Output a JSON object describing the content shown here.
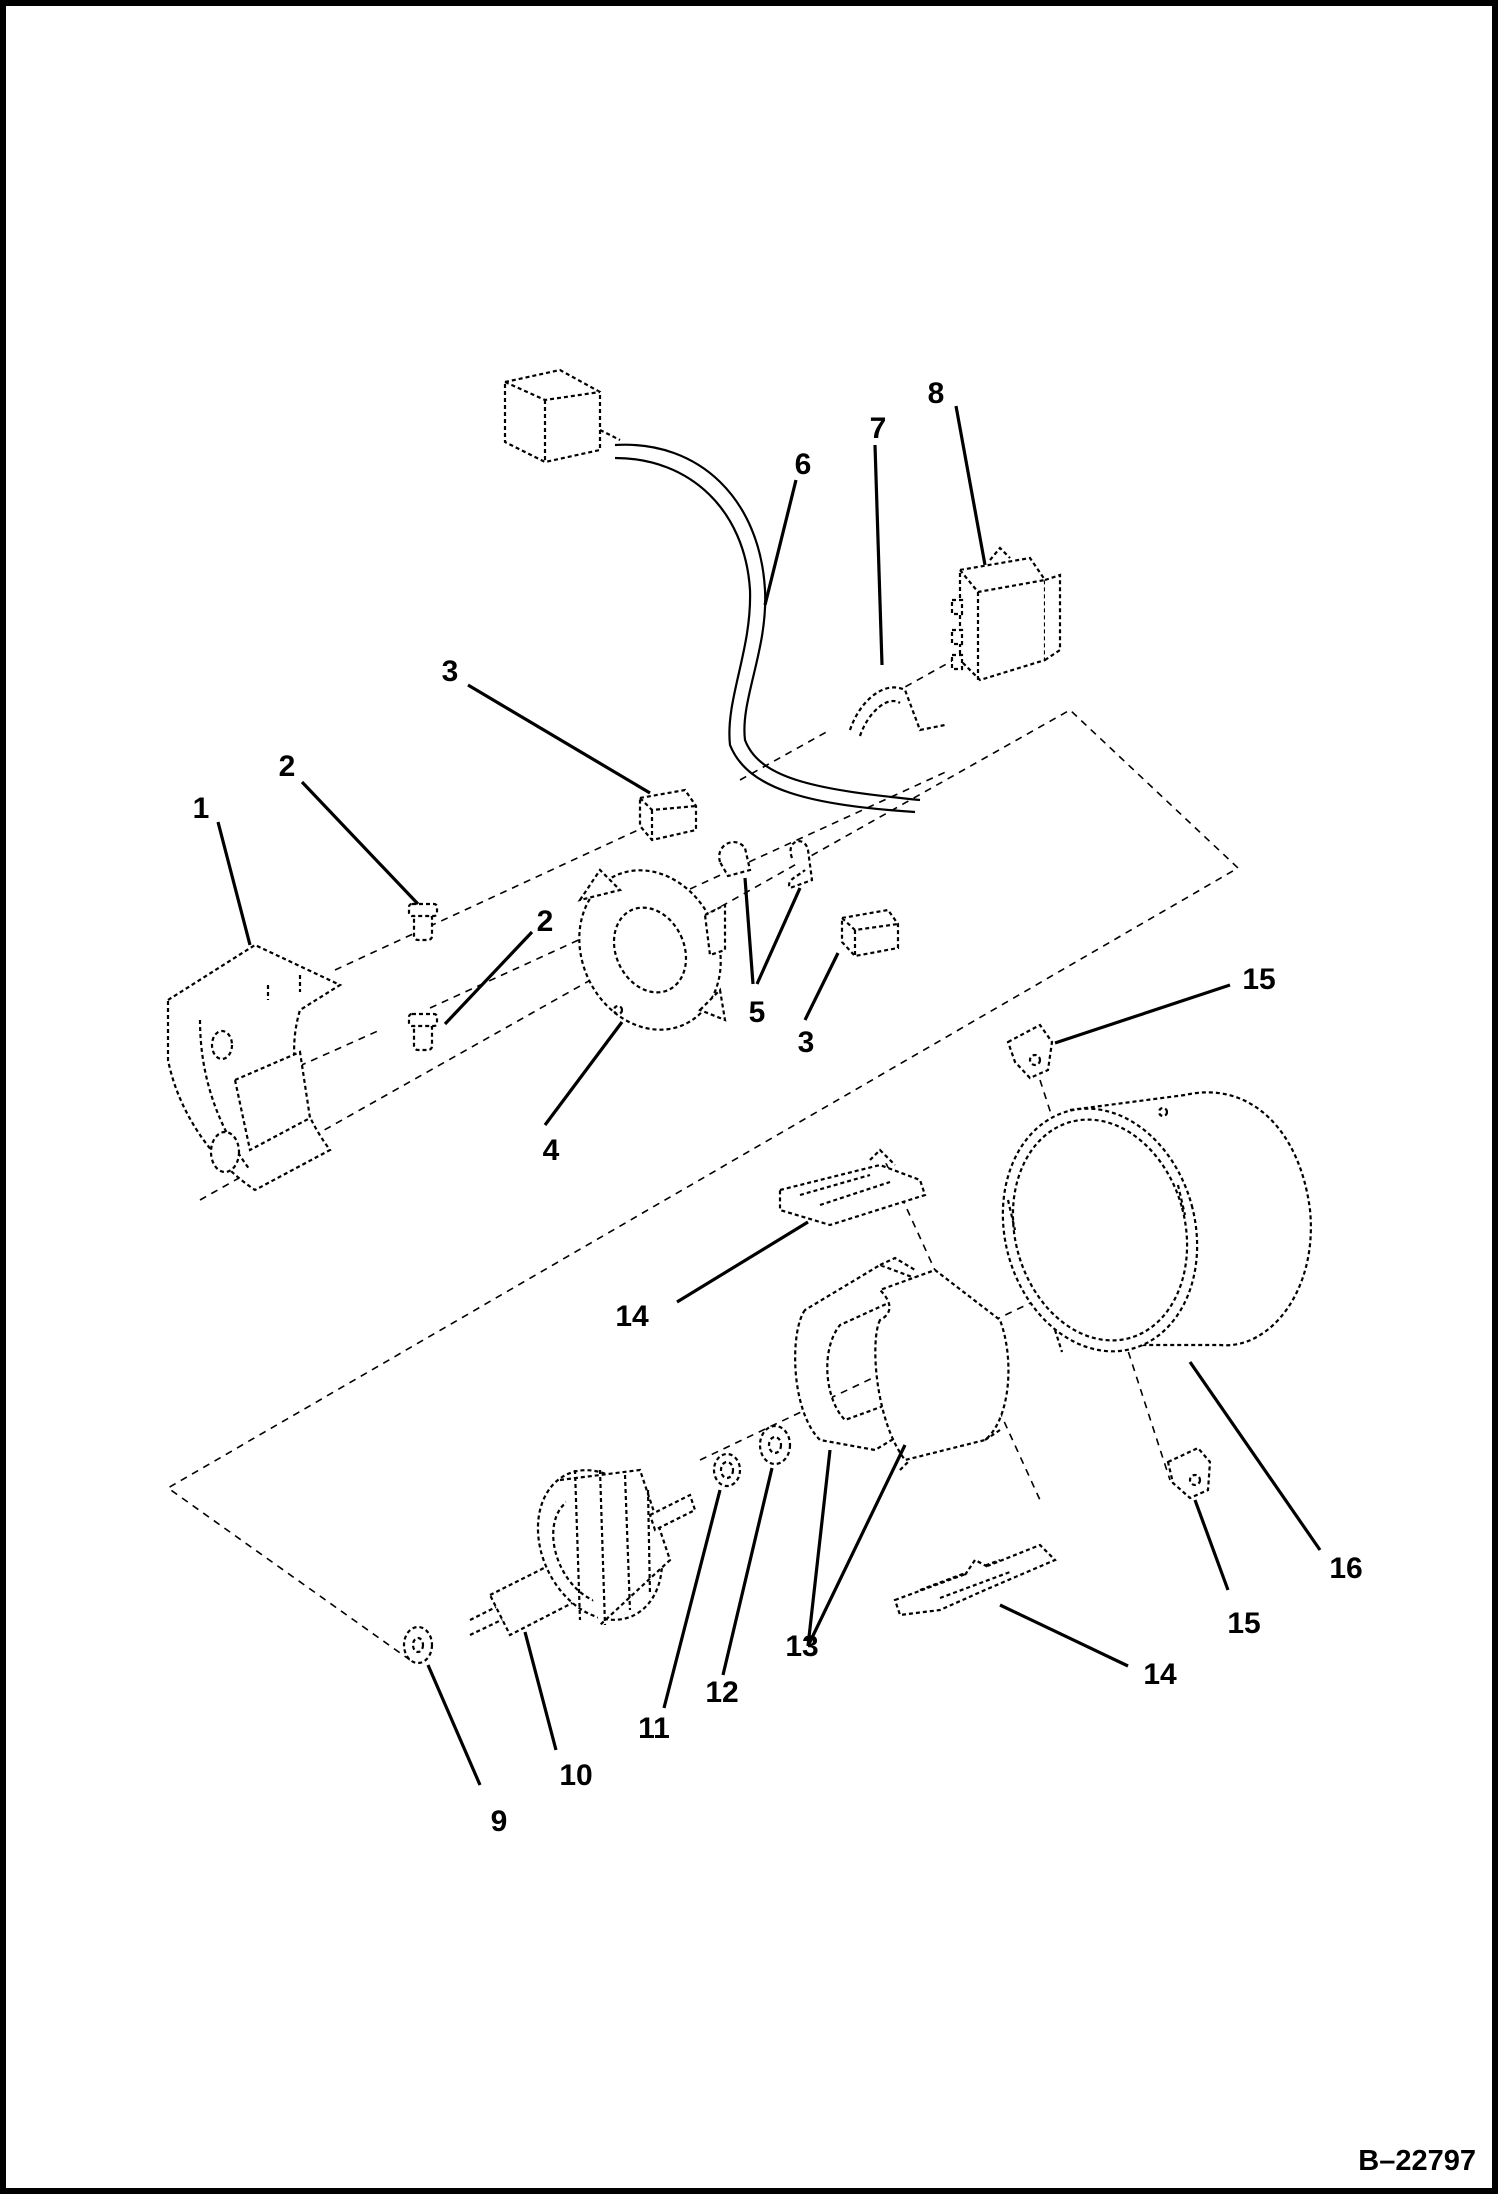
{
  "figure_id": "B–22797",
  "callouts": {
    "c1": "1",
    "c2a": "2",
    "c2b": "2",
    "c3a": "3",
    "c3b": "3",
    "c4": "4",
    "c5": "5",
    "c6": "6",
    "c7": "7",
    "c8": "8",
    "c9": "9",
    "c10": "10",
    "c11": "11",
    "c12": "12",
    "c13": "13",
    "c14a": "14",
    "c14b": "14",
    "c15a": "15",
    "c15b": "15",
    "c16": "16"
  }
}
